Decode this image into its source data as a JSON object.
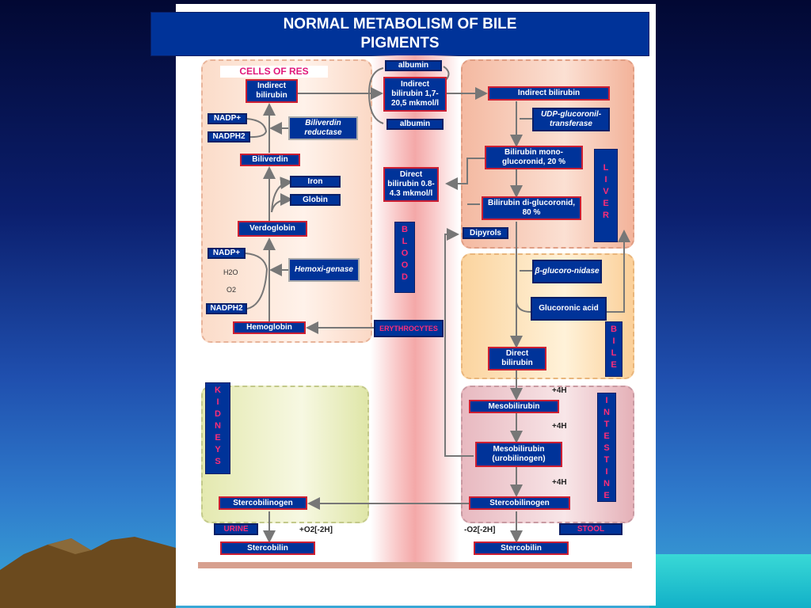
{
  "title": "NORMAL METABOLISM OF BILE PIGMENTS",
  "res": {
    "title": "CELLS OF RES",
    "indirect_bilirubin": "Indirect bilirubin",
    "nadp_plus_1": "NADP+",
    "nadph2_1": "NADPH2",
    "biliverdin_reductase": "Biliverdin reductase",
    "biliverdin": "Biliverdin",
    "iron": "Iron",
    "globin": "Globin",
    "verdoglobin": "Verdoglobin",
    "nadp_plus_2": "NADP+",
    "h2o": "H2O",
    "o2": "O2",
    "hemoxigenase": "Hemoxi-genase",
    "nadph2_2": "NADPH2",
    "hemoglobin": "Hemoglobin"
  },
  "blood": {
    "albumin_top": "albumin",
    "indirect_bilirubin": "Indirect bilirubin 1,7-20,5 mkmol/l",
    "albumin_bottom": "albumin",
    "direct_bilirubin": "Direct bilirubin 0.8-4.3 mkmol/l",
    "label": [
      "B",
      "L",
      "O",
      "O",
      "D"
    ],
    "erythrocytes": "ERYTHROCYTES"
  },
  "liver": {
    "indirect_bilirubin": "Indirect bilirubin",
    "udp": "UDP-glucoronil-transferase",
    "mono": "Bilirubin mono-glucoronid, 20 %",
    "di": "Bilirubin di-glucoronid, 80 %",
    "label": [
      "L",
      "I",
      "V",
      "E",
      "R"
    ],
    "dipyrols": "Dipyrols"
  },
  "bile": {
    "glucoronidase": "β-glucoro-nidase",
    "glucoronic_acid": "Glucoronic acid",
    "direct_bilirubin": "Direct bilirubin",
    "label": [
      "B",
      "I",
      "L",
      "E"
    ]
  },
  "intestine": {
    "plus4h_1": "+4H",
    "mesobilirubin": "Mesobilirubin",
    "plus4h_2": "+4H",
    "urobilinogen": "Mesobilirubin (urobilinogen)",
    "plus4h_3": "+4H",
    "stercobilinogen": "Stercobilinogen",
    "label": [
      "I",
      "N",
      "T",
      "E",
      "S",
      "T",
      "I",
      "N",
      "E"
    ],
    "ox": "-O2[-2H]",
    "stool": "STOOL",
    "stercobilin": "Stercobilin"
  },
  "kidneys": {
    "label": [
      "K",
      "I",
      "D",
      "N",
      "E",
      "Y",
      "S"
    ],
    "stercobilinogen": "Stercobilinogen",
    "urine": "URINE",
    "ox": "+O2[-2H]",
    "stercobilin": "Stercobilin"
  },
  "colors": {
    "box_fill": "#003399",
    "box_border": "#cc1f33",
    "label_pink": "#ff2d78",
    "arrow": "#777777"
  }
}
